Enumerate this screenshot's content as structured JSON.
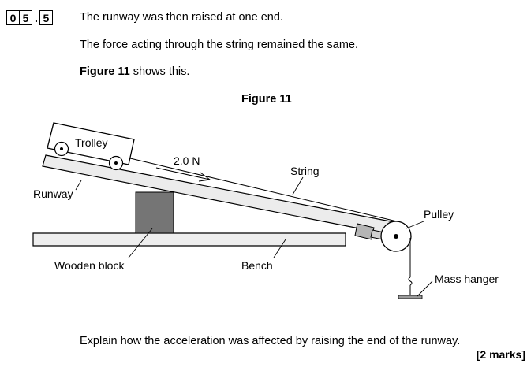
{
  "question": {
    "number_digits": [
      "0",
      "5",
      "5"
    ],
    "separator": "."
  },
  "text": {
    "line1": "The runway was then raised at one end.",
    "line2": "The force acting through the string remained the same.",
    "line3_bold": "Figure 11",
    "line3_rest": " shows this.",
    "figure_title": "Figure 11",
    "question_prompt": "Explain how the acceleration was affected by raising the end of the runway.",
    "marks": "[2 marks]"
  },
  "figure": {
    "labels": {
      "trolley": "Trolley",
      "force": "2.0 N",
      "string": "String",
      "runway": "Runway",
      "pulley": "Pulley",
      "wooden_block": "Wooden block",
      "bench": "Bench",
      "mass_hanger": "Mass hanger"
    },
    "colors": {
      "block_fill": "#757575",
      "runway_fill": "#ececec",
      "bench_fill": "#eeeeee",
      "line": "#000000"
    }
  }
}
